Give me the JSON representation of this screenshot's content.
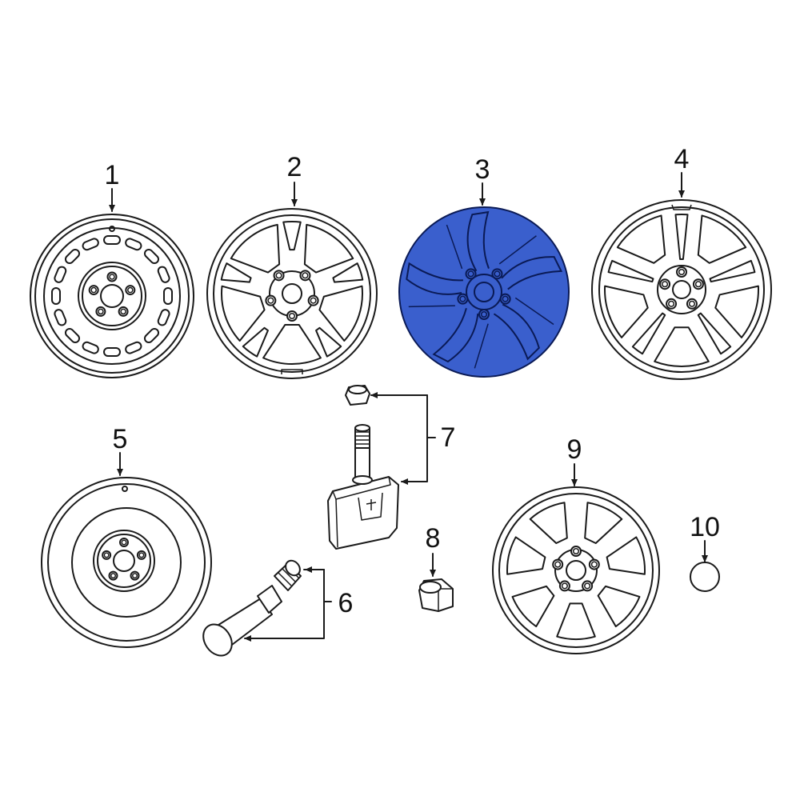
{
  "diagram": {
    "colors": {
      "line": "#1a1a1a",
      "highlight": "#3a5fcd",
      "highlight_line": "#0a1a55",
      "background": "#ffffff"
    },
    "highlighted_part": "3",
    "callouts": {
      "p1": "1",
      "p2": "2",
      "p3": "3",
      "p4": "4",
      "p5": "5",
      "p6": "6",
      "p7": "7",
      "p8": "8",
      "p9": "9",
      "p10": "10"
    },
    "parts": [
      {
        "id": "1",
        "icon": "steel-wheel-icon"
      },
      {
        "id": "2",
        "icon": "alloy-wheel-icon"
      },
      {
        "id": "3",
        "icon": "alloy-wheel-icon"
      },
      {
        "id": "4",
        "icon": "alloy-wheel-icon"
      },
      {
        "id": "5",
        "icon": "spare-wheel-icon"
      },
      {
        "id": "6",
        "icon": "valve-stem-icon"
      },
      {
        "id": "7",
        "icon": "tpms-sensor-icon"
      },
      {
        "id": "8",
        "icon": "lug-nut-icon"
      },
      {
        "id": "9",
        "icon": "alloy-wheel-icon"
      },
      {
        "id": "10",
        "icon": "center-cap-icon"
      }
    ]
  }
}
